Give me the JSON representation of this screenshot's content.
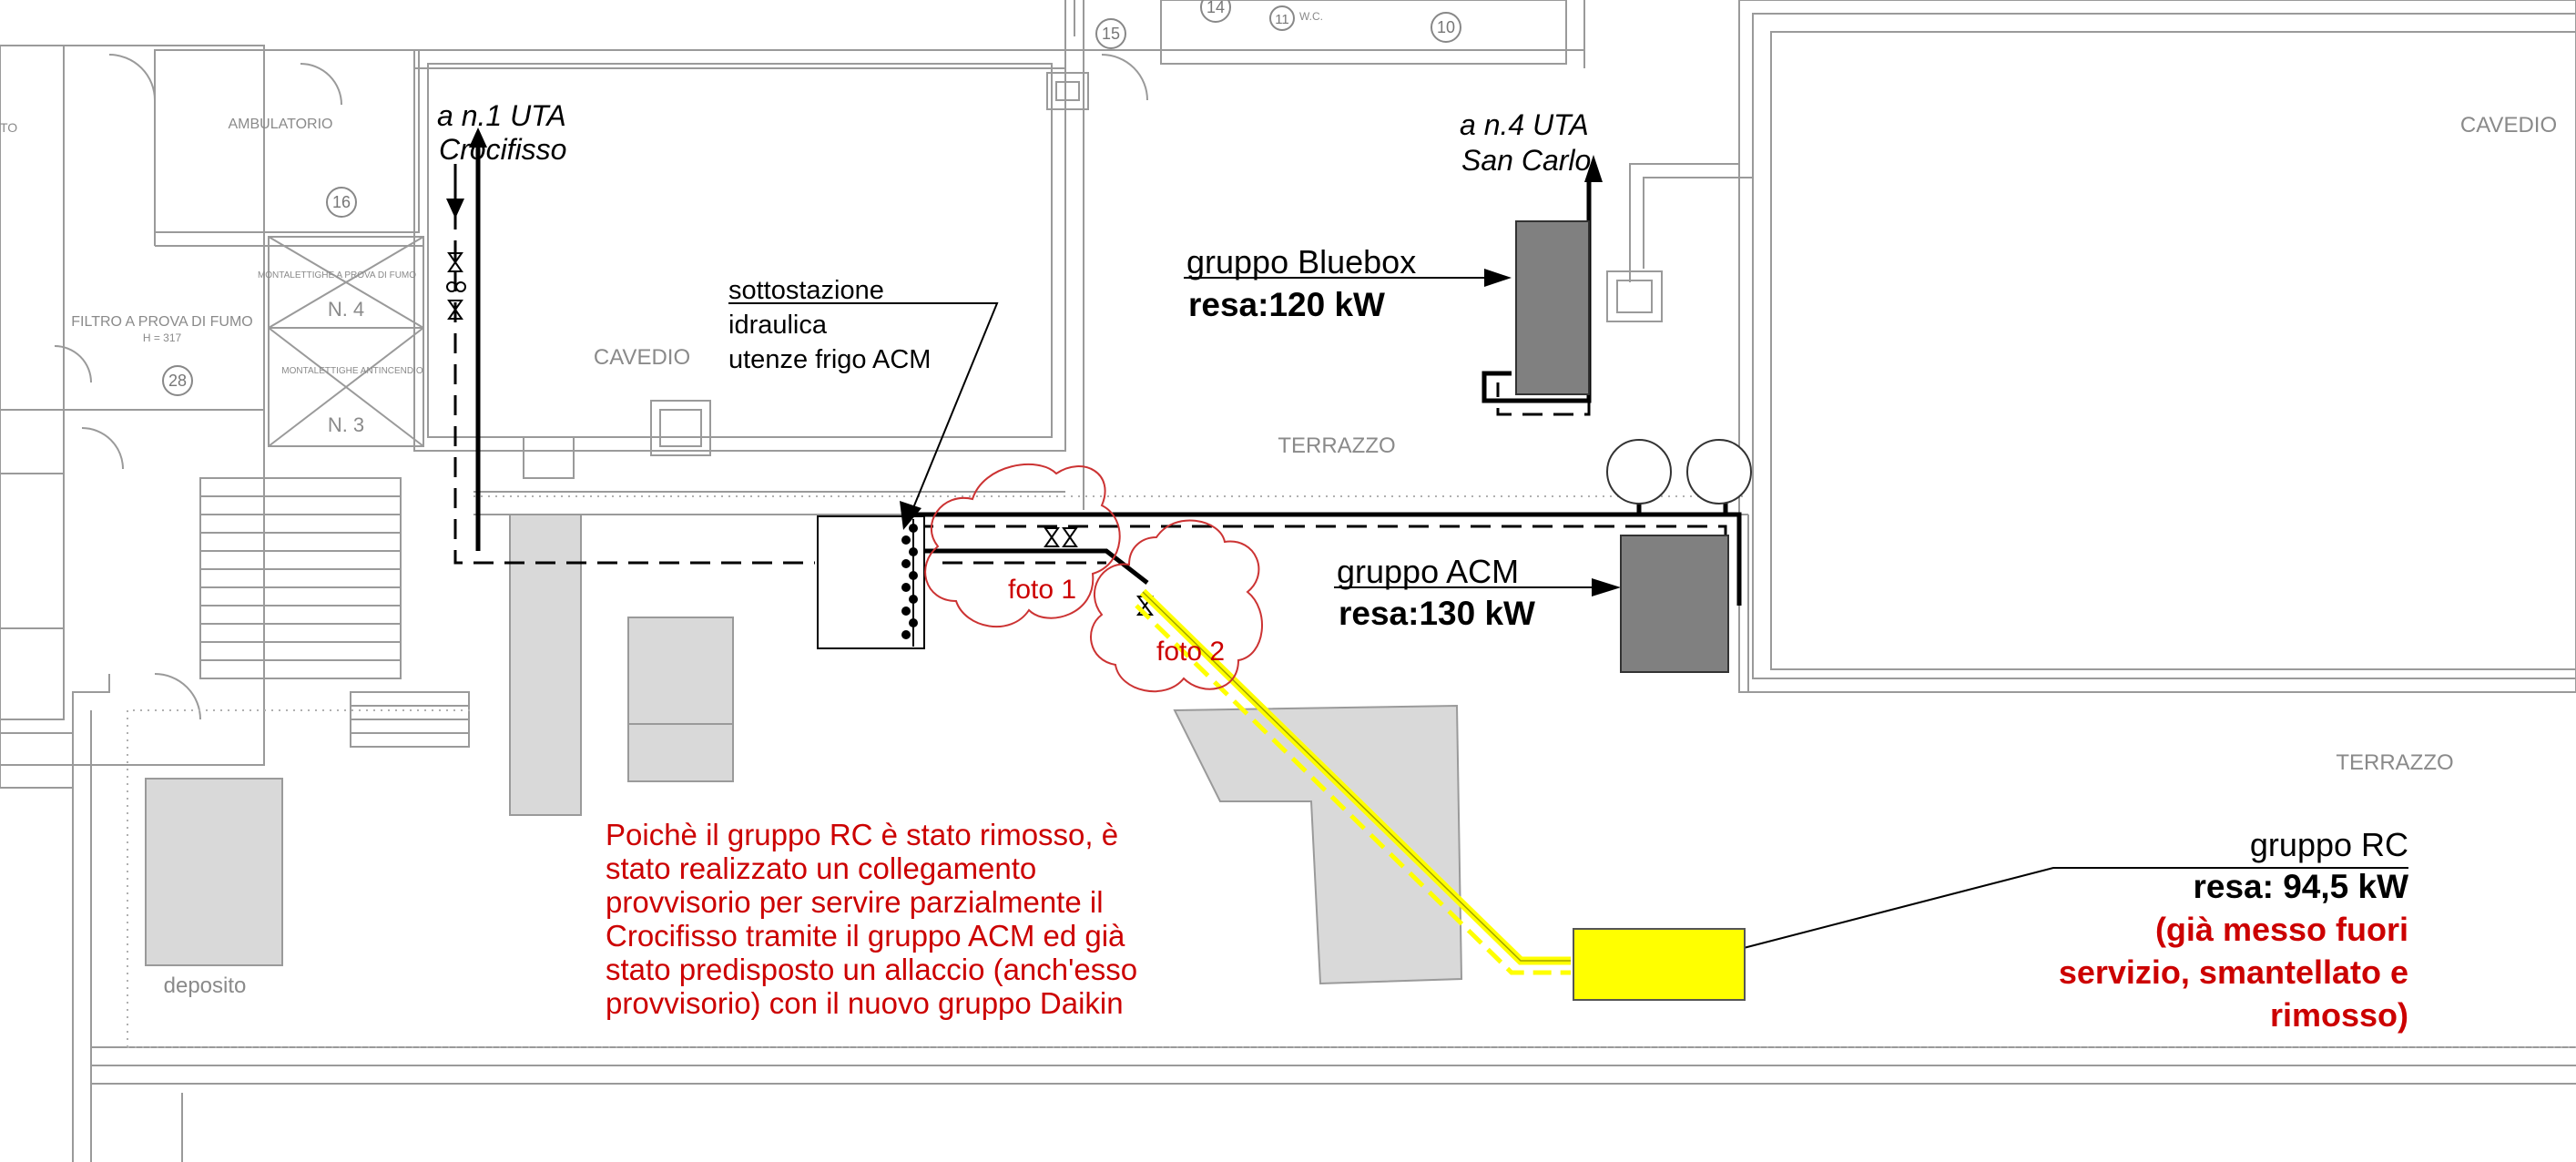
{
  "rooms": {
    "ambulatorio": "AMBULATORIO",
    "filtro": "FILTRO A PROVA DI FUMO",
    "filtro_h": "H = 317",
    "montalettighe_a": "MONTALETTIGHE A PROVA DI FUMO",
    "n4": "N. 4",
    "montalettighe_b": "MONTALETTIGHE ANTINCENDIO",
    "n3": "N. 3",
    "cavedio_1": "CAVEDIO",
    "cavedio_2": "CAVEDIO",
    "terrazzo_1": "TERRAZZO",
    "terrazzo_2": "TERRAZZO",
    "deposito": "deposito",
    "to": "TO",
    "wc": "W.C."
  },
  "room_numbers": [
    "16",
    "28",
    "15",
    "14",
    "11",
    "10"
  ],
  "labels": {
    "uta1_line1": "a n.1 UTA",
    "uta1_line2": "Crocifisso",
    "uta4_line1": "a n.4 UTA",
    "uta4_line2": "San Carlo",
    "sottostazione_1": "sottostazione",
    "sottostazione_2": "idraulica",
    "sottostazione_3": "utenze frigo ACM",
    "bluebox_name": "gruppo Bluebox",
    "bluebox_resa": "resa:120 kW",
    "acm_name": "gruppo ACM",
    "acm_resa": "resa:130 kW",
    "rc_name": "gruppo RC",
    "rc_resa": "resa: 94,5 kW",
    "rc_status_1": "(già messo fuori",
    "rc_status_2": "servizio, smantellato e",
    "rc_status_3": "rimosso)",
    "foto1": "foto 1",
    "foto2": "foto 2"
  },
  "note": [
    "Poichè il gruppo RC è stato rimosso, è",
    "stato realizzato un collegamento",
    "provvisorio per servire parzialmente il",
    "Crocifisso tramite il gruppo ACM ed già",
    "stato predisposto un allaccio (anch'esso",
    "provvisorio) con il nuovo gruppo Daikin"
  ],
  "colors": {
    "note_red": "#cc0000",
    "pipe_yellow": "#ffff00",
    "unit_grey": "#808080",
    "equipment_light": "#d9d9d9"
  }
}
